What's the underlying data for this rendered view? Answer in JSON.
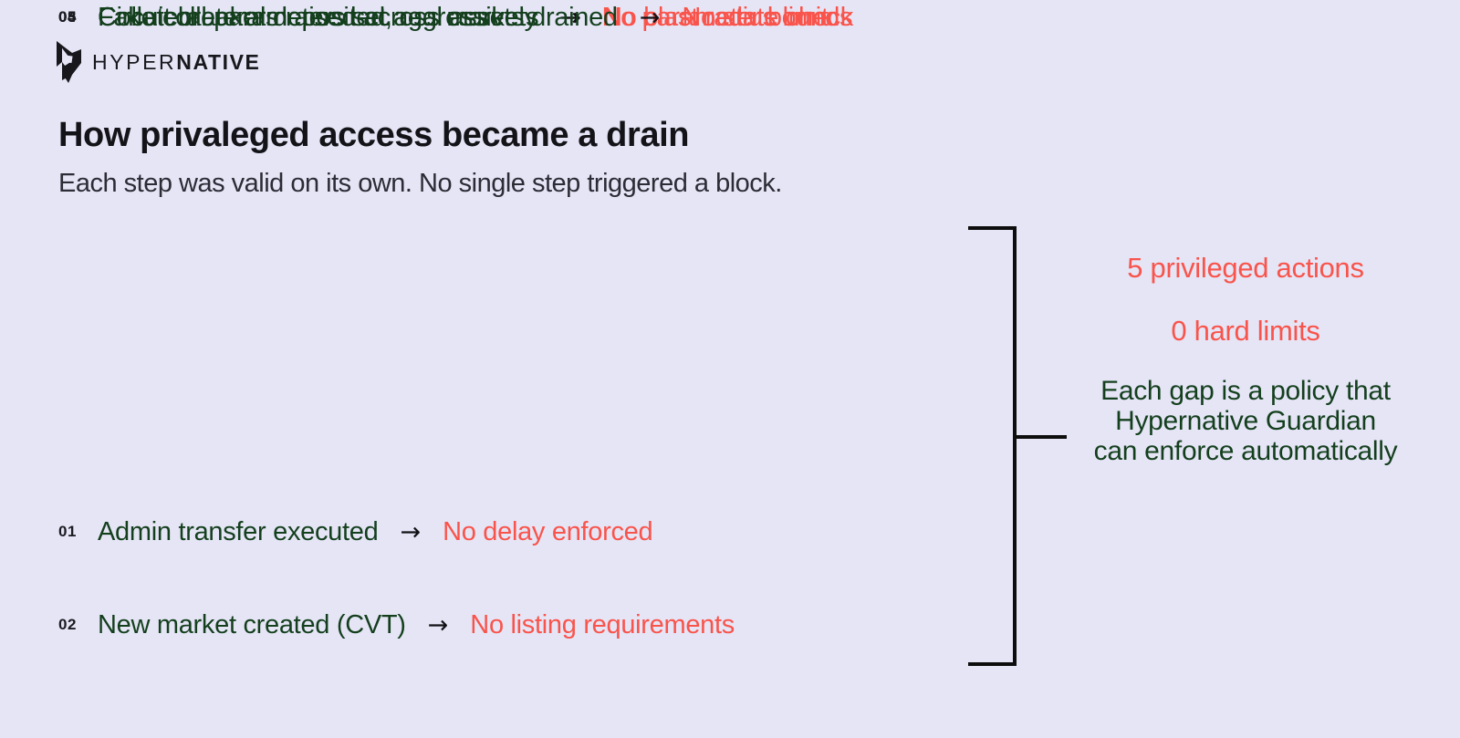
{
  "colors": {
    "green": "#143f1d",
    "red": "#f9544b",
    "ink": "#131318",
    "subtle": "#2c2c36",
    "bg": "#e5e5f6",
    "line": "#0d0d0d"
  },
  "logo": {
    "brand_light": "HYPER",
    "brand_bold": "NATIVE"
  },
  "header": {
    "title": "How privaleged access became a drain",
    "subtitle": "Each step was valid on its own. No single step triggered a block."
  },
  "arrow_icon": "→",
  "steps": [
    {
      "num": "01",
      "action": "Admin transfer executed",
      "gap": "No delay enforced"
    },
    {
      "num": "02",
      "action": "New market created (CVT)",
      "gap": "No listing requirements"
    },
    {
      "num": "03",
      "action": "Collateral parameters set aggressively",
      "gap": "No parameter bounds"
    },
    {
      "num": "04",
      "action": "Circuit breakers raised across markets",
      "gap": "No blast radius limit"
    },
    {
      "num": "05",
      "action": "Fake collateral deposited, real assets drained",
      "gap": "No state check"
    }
  ],
  "summary": {
    "stat1": "5 privileged actions",
    "stat2": "0 hard limits",
    "note_lines": [
      "Each gap is a policy that",
      "Hypernative Guardian",
      "can enforce automatically"
    ]
  }
}
